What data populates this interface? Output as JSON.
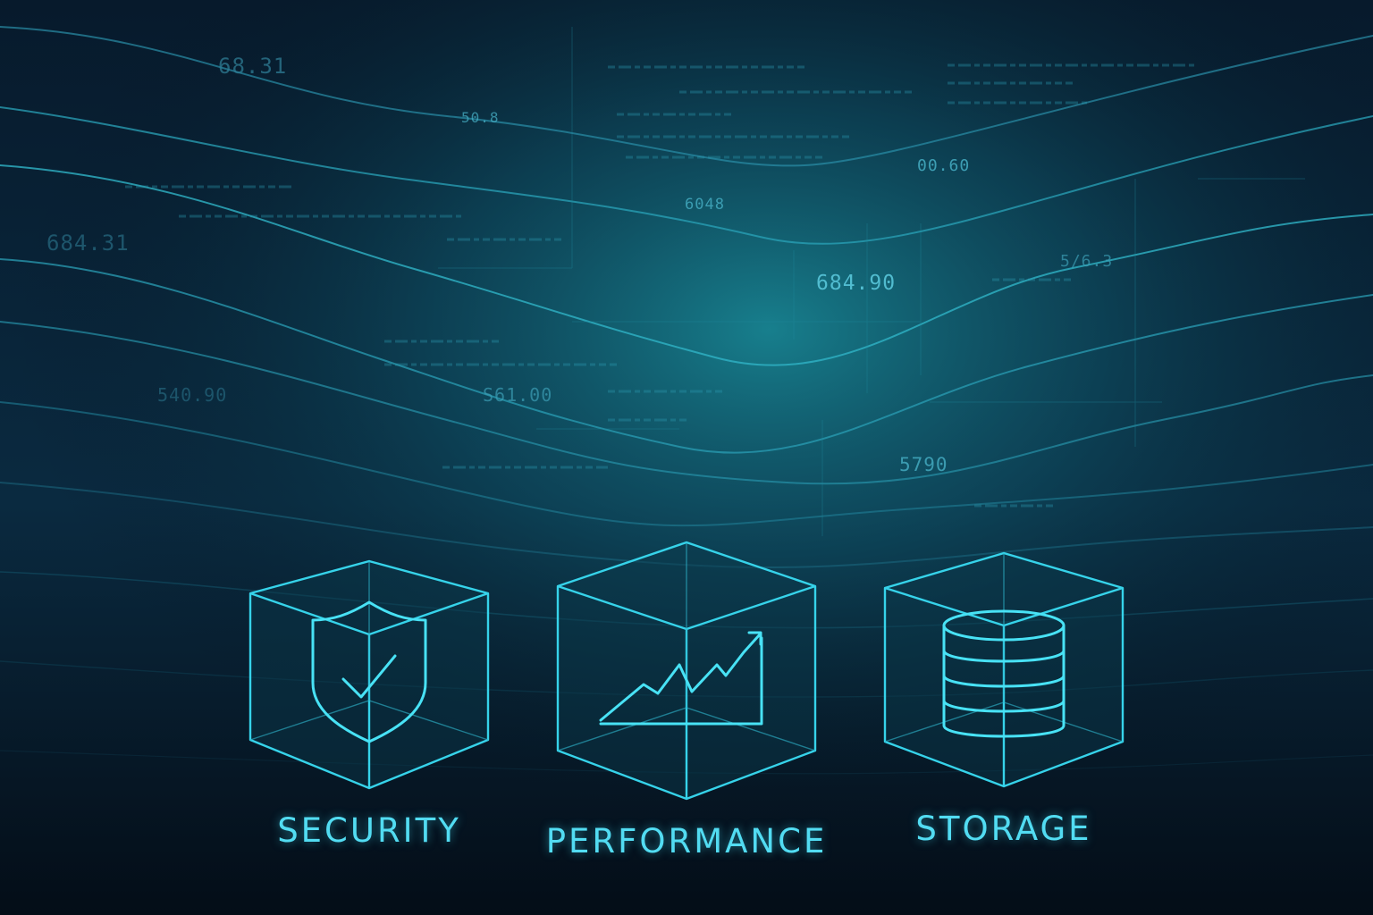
{
  "background": {
    "readouts": [
      "68.31",
      "684.31",
      "540.90",
      "00.60",
      "684.90",
      "5/6.3",
      "5790",
      "S61.00",
      "6048",
      "50.8"
    ]
  },
  "features": [
    {
      "label": "SECURITY",
      "icon": "shield-check-icon"
    },
    {
      "label": "PERFORMANCE",
      "icon": "line-chart-icon"
    },
    {
      "label": "STORAGE",
      "icon": "database-icon"
    }
  ],
  "colors": {
    "background": "#05121f",
    "accent": "#36d3ea",
    "glow": "#1ea7b6"
  }
}
